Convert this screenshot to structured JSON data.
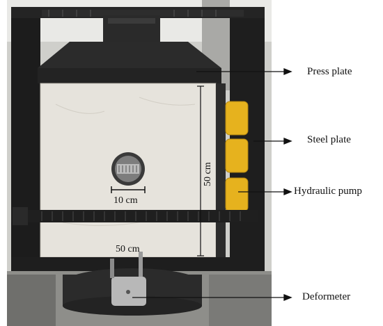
{
  "annotations": {
    "press_plate": "Press plate",
    "steel_plate": "Steel plate",
    "hydraulic_pump": "Hydraulic pump",
    "deformeter": "Deformeter"
  },
  "dimensions": {
    "hole_width": "10 cm",
    "block_height": "50 cm",
    "block_width": "50 cm"
  },
  "colors": {
    "frame": "#1c1c1c",
    "concrete": "#e6e3dc",
    "pump": "#e6b21e",
    "background_wall": "#d8d8d4"
  }
}
